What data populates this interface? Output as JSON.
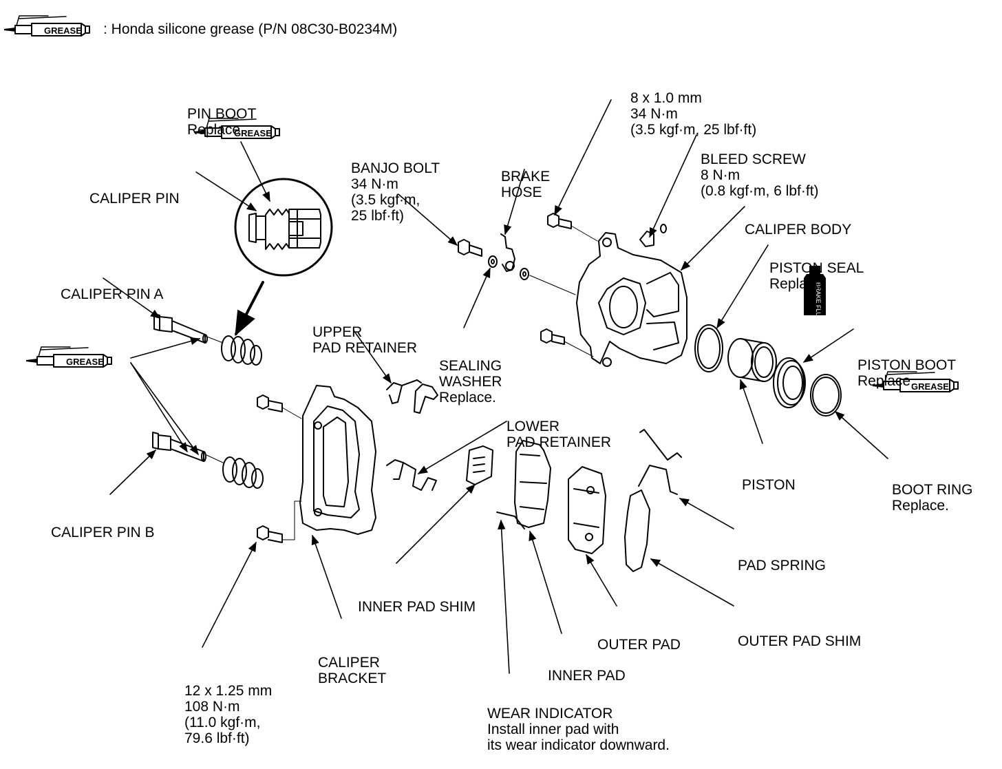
{
  "legend": {
    "icon_text": "GREASE",
    "text": ": Honda silicone grease (P/N 08C30-B0234M)"
  },
  "grease_icon_text": "GREASE",
  "fluid_icon_text": "BRAKE FLUID",
  "labels": {
    "pin_boot": [
      "PIN BOOT",
      "Replace."
    ],
    "caliper_pin": [
      "CALIPER PIN"
    ],
    "caliper_pin_a": [
      "CALIPER PIN A"
    ],
    "caliper_pin_b": [
      "CALIPER PIN B"
    ],
    "banjo_bolt": [
      "BANJO BOLT",
      "34 N·m",
      "(3.5 kgf·m,",
      "25 lbf·ft)"
    ],
    "brake_hose": [
      "BRAKE",
      "HOSE"
    ],
    "upper_bolt_spec": [
      "8 x 1.0 mm",
      "34 N·m",
      "(3.5 kgf·m, 25 lbf·ft)"
    ],
    "bleed_screw": [
      "BLEED SCREW",
      "8 N·m",
      "(0.8 kgf·m, 6 lbf·ft)"
    ],
    "caliper_body": [
      "CALIPER BODY"
    ],
    "piston_seal": [
      "PISTON SEAL",
      "Replace."
    ],
    "upper_pad_retainer": [
      "UPPER",
      "PAD RETAINER"
    ],
    "sealing_washer": [
      "SEALING",
      "WASHER",
      "Replace."
    ],
    "piston_boot": [
      "PISTON BOOT",
      "Replace."
    ],
    "lower_pad_retainer": [
      "LOWER",
      "PAD RETAINER"
    ],
    "piston": [
      "PISTON"
    ],
    "boot_ring": [
      "BOOT RING",
      "Replace."
    ],
    "pad_spring": [
      "PAD SPRING"
    ],
    "inner_pad_shim": [
      "INNER PAD SHIM"
    ],
    "outer_pad": [
      "OUTER PAD"
    ],
    "outer_pad_shim": [
      "OUTER PAD SHIM"
    ],
    "caliper_bracket": [
      "CALIPER",
      "BRACKET"
    ],
    "inner_pad": [
      "INNER PAD"
    ],
    "bracket_bolt_spec": [
      "12 x 1.25 mm",
      "108 N·m",
      "(11.0 kgf·m,",
      "79.6 lbf·ft)"
    ],
    "wear_indicator": [
      "WEAR INDICATOR",
      "Install inner pad with",
      "its wear indicator downward."
    ]
  }
}
